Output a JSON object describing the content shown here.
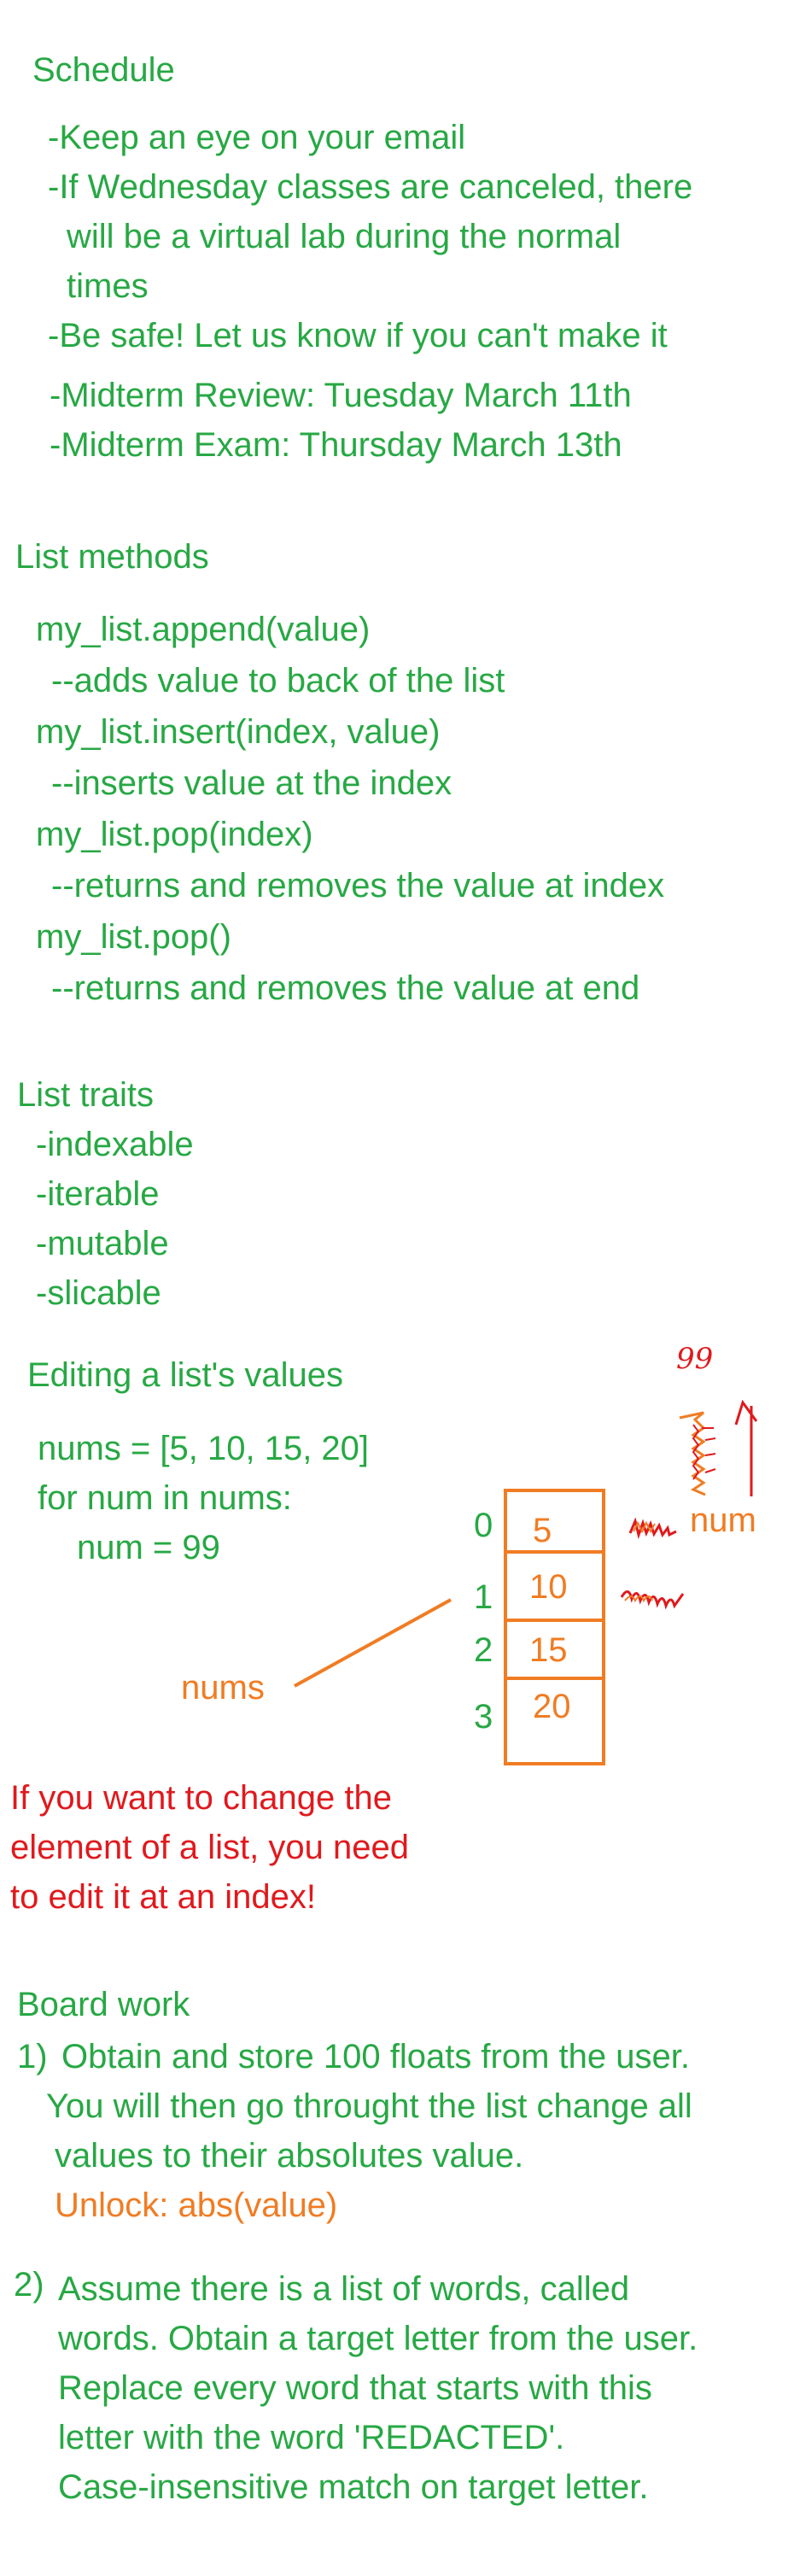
{
  "colors": {
    "green": "#27a844",
    "orange": "#f07c23",
    "red": "#e0191d"
  },
  "schedule": {
    "title": "Schedule",
    "lines": [
      "-Keep an eye on your email",
      "-If Wednesday classes are canceled, there",
      "will be a virtual lab during the normal",
      "times",
      "-Be safe! Let us know if you can't make it",
      "-Midterm Review: Tuesday March 11th",
      "-Midterm Exam: Thursday March 13th"
    ]
  },
  "list_methods": {
    "title": "List methods",
    "lines": [
      "my_list.append(value)",
      "--adds value to back of the list",
      "my_list.insert(index, value)",
      "--inserts value at the index",
      "my_list.pop(index)",
      "--returns and removes the value at index",
      "my_list.pop()",
      "--returns and removes the value at end"
    ]
  },
  "list_traits": {
    "title": "List traits",
    "items": [
      "-indexable",
      "-iterable",
      "-mutable",
      "-slicable"
    ]
  },
  "editing": {
    "title": "Editing a list's values",
    "code": [
      "nums = [5, 10, 15, 20]",
      "for num in nums:",
      "num = 99"
    ],
    "indices": [
      "0",
      "1",
      "2",
      "3"
    ],
    "cells": [
      "5",
      "10",
      "15",
      "20"
    ],
    "nums_label": "nums",
    "num_label": "num",
    "scribble_99": "99",
    "note": [
      "If you want to change the",
      "element of a list, you need",
      "to edit it at an index!"
    ]
  },
  "board_work": {
    "title": "Board work",
    "p1_number": "1)",
    "p1_lines": [
      "Obtain and store 100 floats from the user.",
      "You will then go throught the list change all",
      "values to their absolutes value."
    ],
    "p1_unlock": "Unlock: abs(value)",
    "p2_number": "2)",
    "p2_lines": [
      "Assume there is a list of words, called",
      "words. Obtain a target letter from the user.",
      "Replace every word that starts with this",
      "letter with the word 'REDACTED'.",
      "Case-insensitive match on target letter."
    ]
  }
}
